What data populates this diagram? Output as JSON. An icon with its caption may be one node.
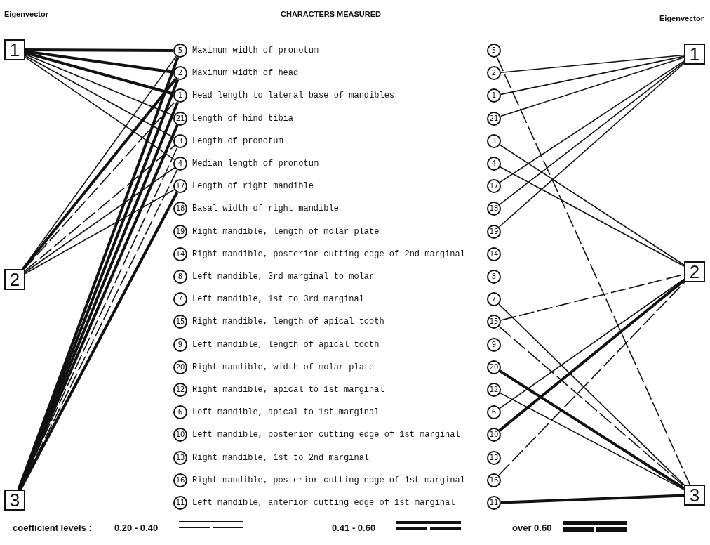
{
  "diagram": {
    "nodes": [
      {
        "text": [
          "1"
        ]
      },
      {
        "text": [
          "2"
        ]
      },
      {
        "text": [
          "3"
        ]
      },
      {
        "text": [
          "5"
        ],
        "beside": [
          "Maximum width of pronotum"
        ]
      },
      {
        "text": [
          "2"
        ],
        "beside": [
          "Maximum width of head"
        ]
      },
      {
        "text": [
          "1"
        ],
        "beside": [
          "Head length to lateral base of mandibles"
        ]
      },
      {
        "text": [
          "21"
        ],
        "beside": [
          "Length of hind tibia"
        ]
      },
      {
        "text": [
          "3"
        ],
        "beside": [
          "Length of pronotum"
        ]
      },
      {
        "text": [
          "4"
        ],
        "beside": [
          "Median length of pronotum"
        ]
      },
      {
        "text": [
          "17"
        ],
        "beside": [
          "Length of right mandible"
        ]
      },
      {
        "text": [
          "18"
        ],
        "beside": [
          "Basal width of right mandible"
        ]
      },
      {
        "text": [
          "19"
        ],
        "beside": [
          "Right mandible, length of molar plate"
        ]
      },
      {
        "text": [
          "14"
        ],
        "beside": [
          "Right mandible, posterior cutting edge of 2nd marginal"
        ]
      },
      {
        "text": [
          "8"
        ],
        "beside": [
          "Left mandible, 3rd marginal to molar"
        ]
      },
      {
        "text": [
          "7"
        ],
        "beside": [
          "Left mandible, 1st to 3rd marginal"
        ]
      },
      {
        "text": [
          "15"
        ],
        "beside": [
          "Right mandible, length of apical tooth"
        ]
      },
      {
        "text": [
          "9"
        ],
        "beside": [
          "Left mandible, length of apical tooth"
        ]
      },
      {
        "text": [
          "20"
        ],
        "beside": [
          "Right mandible, width of molar plate"
        ]
      },
      {
        "text": [
          "12"
        ],
        "beside": [
          "Right mandible, apical to 1st marginal"
        ]
      },
      {
        "text": [
          "6"
        ],
        "beside": [
          "Left mandible, apical to 1st marginal"
        ]
      },
      {
        "text": [
          "10"
        ],
        "beside": [
          "Left mandible, posterior cutting edge of 1st marginal"
        ]
      },
      {
        "text": [
          "13"
        ],
        "beside": [
          "Right mandible, 1st to 2nd marginal"
        ]
      },
      {
        "text": [
          "16"
        ],
        "beside": [
          "Right mandible, posterior cutting edge of 1st marginal"
        ]
      },
      {
        "text": [
          "11"
        ],
        "beside": [
          "Left mandible, anterior cutting edge of 1st marginal"
        ]
      },
      {
        "text": [
          "5"
        ]
      },
      {
        "text": [
          "2"
        ]
      },
      {
        "text": [
          "1"
        ]
      },
      {
        "text": [
          "21"
        ]
      },
      {
        "text": [
          "3"
        ]
      },
      {
        "text": [
          "4"
        ]
      },
      {
        "text": [
          "17"
        ]
      },
      {
        "text": [
          "18"
        ]
      },
      {
        "text": [
          "19"
        ]
      },
      {
        "text": [
          "14"
        ]
      },
      {
        "text": [
          "8"
        ]
      },
      {
        "text": [
          "7"
        ]
      },
      {
        "text": [
          "15"
        ]
      },
      {
        "text": [
          "9"
        ]
      },
      {
        "text": [
          "20"
        ]
      },
      {
        "text": [
          "12"
        ]
      },
      {
        "text": [
          "6"
        ]
      },
      {
        "text": [
          "10"
        ]
      },
      {
        "text": [
          "13"
        ]
      },
      {
        "text": [
          "16"
        ]
      },
      {
        "text": [
          "11"
        ]
      },
      {
        "text": [
          "1"
        ]
      },
      {
        "text": [
          "2"
        ]
      },
      {
        "text": [
          "3"
        ]
      }
    ],
    "edges": [
      {
        "from": 0,
        "to": 3,
        "arrow": "none",
        "style": "thick"
      },
      {
        "from": 0,
        "to": 4,
        "arrow": "none",
        "style": "thick"
      },
      {
        "from": 0,
        "to": 5,
        "arrow": "none",
        "style": "thick"
      },
      {
        "from": 0,
        "to": 6,
        "arrow": "none"
      },
      {
        "from": 0,
        "to": 7,
        "arrow": "none"
      },
      {
        "from": 0,
        "to": 8,
        "arrow": "none"
      },
      {
        "from": 1,
        "to": 3,
        "arrow": "none"
      },
      {
        "from": 1,
        "to": 4,
        "arrow": "none",
        "style": "thick"
      },
      {
        "from": 1,
        "to": 5,
        "arrow": "none",
        "style": "dashed"
      },
      {
        "from": 1,
        "to": 7,
        "arrow": "none",
        "style": "dashed"
      },
      {
        "from": 1,
        "to": 8,
        "arrow": "none"
      },
      {
        "from": 1,
        "to": 9,
        "arrow": "none"
      },
      {
        "from": 2,
        "to": 3,
        "arrow": "none",
        "style": "thick"
      },
      {
        "from": 2,
        "to": 4,
        "arrow": "none",
        "style": "thick"
      },
      {
        "from": 2,
        "to": 5,
        "arrow": "none",
        "style": "thick"
      },
      {
        "from": 2,
        "to": 6,
        "arrow": "none",
        "style": "thick"
      },
      {
        "from": 2,
        "to": 7,
        "arrow": "none",
        "style": "dashed"
      },
      {
        "from": 2,
        "to": 8,
        "arrow": "none",
        "style": "dashed"
      },
      {
        "from": 2,
        "to": 9,
        "arrow": "none",
        "style": "thick"
      },
      {
        "from": 25,
        "to": 45,
        "arrow": "none"
      },
      {
        "from": 26,
        "to": 45,
        "arrow": "none"
      },
      {
        "from": 27,
        "to": 45,
        "arrow": "none"
      },
      {
        "from": 30,
        "to": 45,
        "arrow": "none"
      },
      {
        "from": 31,
        "to": 45,
        "arrow": "none"
      },
      {
        "from": 32,
        "to": 45,
        "arrow": "none"
      },
      {
        "from": 28,
        "to": 46,
        "arrow": "none"
      },
      {
        "from": 29,
        "to": 46,
        "arrow": "none"
      },
      {
        "from": 36,
        "to": 46,
        "arrow": "none",
        "style": "dashed"
      },
      {
        "from": 40,
        "to": 46,
        "arrow": "none"
      },
      {
        "from": 41,
        "to": 46,
        "arrow": "none",
        "style": "thick"
      },
      {
        "from": 43,
        "to": 46,
        "arrow": "none",
        "style": "dashed"
      },
      {
        "from": 24,
        "to": 47,
        "arrow": "none",
        "style": "dashed"
      },
      {
        "from": 35,
        "to": 47,
        "arrow": "none"
      },
      {
        "from": 36,
        "to": 47,
        "arrow": "none",
        "style": "dashed"
      },
      {
        "from": 38,
        "to": 47,
        "arrow": "none",
        "style": "thick"
      },
      {
        "from": 39,
        "to": 47,
        "arrow": "none"
      },
      {
        "from": 44,
        "to": 47,
        "arrow": "none",
        "style": "thick"
      }
    ],
    "labels": [
      "Eigenvector",
      "CHARACTERS MEASURED",
      "Eigenvector",
      "coefficient levels :"
    ],
    "legend": [
      {
        "text": "0.20 - 0.40"
      },
      {
        "text": "0.41 - 0.60"
      },
      {
        "text": "over 0.60"
      }
    ]
  }
}
